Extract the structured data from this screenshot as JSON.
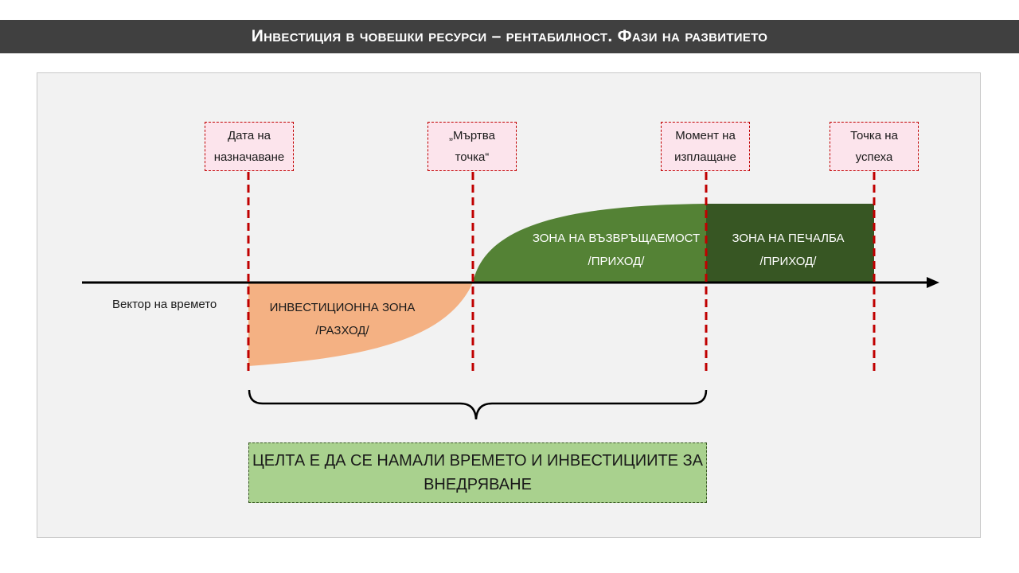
{
  "title": "Инвестиция в човешки ресурси – рентабилност. Фази на развитието",
  "milestones": [
    {
      "line1": "Дата на",
      "line2": "назначаване"
    },
    {
      "line1": "„Мъртва",
      "line2": "точка“"
    },
    {
      "line1": "Момент на",
      "line2": "изплащане"
    },
    {
      "line1": "Точка на",
      "line2": "успеха"
    }
  ],
  "zones": {
    "investment": {
      "line1": "ИНВЕСТИЦИОННА ЗОНА",
      "line2": "/РАЗХОД/"
    },
    "payback": {
      "line1": "ЗОНА НА ВЪЗВРЪЩАЕМОСТ",
      "line2": "/ПРИХОД/"
    },
    "profit": {
      "line1": "ЗОНА НА ПЕЧАЛБА",
      "line2": "/ПРИХОД/"
    }
  },
  "axis_label": "Вектор на времето",
  "goal": {
    "line1": "ЦЕЛТА Е ДА СЕ НАМАЛИ ВРЕМЕТО И ИНВЕСТИЦИИТЕ ЗА",
    "line2": "ВНЕДРЯВАНЕ"
  },
  "colors": {
    "title_bar": "#404040",
    "investment_zone": "#f4b183",
    "payback_zone": "#548235",
    "profit_zone": "#375623",
    "milestone_line": "#c00000",
    "goal_box": "#a9d18e"
  }
}
